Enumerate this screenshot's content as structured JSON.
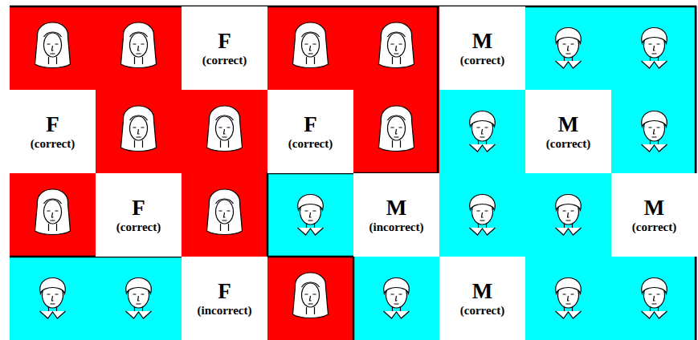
{
  "diagram": {
    "nodes": [
      {
        "text": [
          "F",
          "(correct)"
        ]
      },
      {
        "text": [
          "M",
          "(correct)"
        ]
      },
      {
        "text": [
          "F",
          "(correct)"
        ]
      },
      {
        "text": [
          "F",
          "(correct)"
        ]
      },
      {
        "text": [
          "M",
          "(correct)"
        ]
      },
      {
        "text": [
          "F",
          "(correct)"
        ]
      },
      {
        "text": [
          "M",
          "(incorrect)"
        ]
      },
      {
        "text": [
          "M",
          "(correct)"
        ]
      },
      {
        "text": [
          "F",
          "(incorrect)"
        ]
      },
      {
        "text": [
          "M",
          "(correct)"
        ]
      }
    ]
  }
}
